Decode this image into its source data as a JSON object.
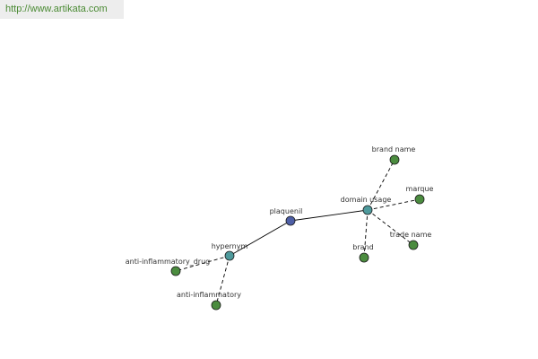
{
  "banner": {
    "url": "http://www.artikata.com"
  },
  "colors": {
    "root": "#4e5fa6",
    "relation": "#4e9a9c",
    "leaf": "#4b8c3f",
    "edge": "#000000"
  },
  "graph": {
    "nodes": [
      {
        "id": "plaquenil",
        "label": "plaquenil",
        "kind": "root"
      },
      {
        "id": "domain-usage",
        "label": "domain usage",
        "kind": "relation"
      },
      {
        "id": "hypernym",
        "label": "hypernym",
        "kind": "relation"
      },
      {
        "id": "brand-name",
        "label": "brand name",
        "kind": "leaf"
      },
      {
        "id": "marque",
        "label": "marque",
        "kind": "leaf"
      },
      {
        "id": "trade-name",
        "label": "trade name",
        "kind": "leaf"
      },
      {
        "id": "brand",
        "label": "brand",
        "kind": "leaf"
      },
      {
        "id": "anti-inflammatory-drug",
        "label": "anti-inflammatory_drug",
        "kind": "leaf"
      },
      {
        "id": "anti-inflammatory",
        "label": "anti-inflammatory",
        "kind": "leaf"
      }
    ],
    "edges": [
      {
        "from": "plaquenil",
        "to": "domain-usage",
        "style": "solid"
      },
      {
        "from": "plaquenil",
        "to": "hypernym",
        "style": "solid"
      },
      {
        "from": "domain-usage",
        "to": "brand-name",
        "style": "dashed"
      },
      {
        "from": "domain-usage",
        "to": "marque",
        "style": "dashed"
      },
      {
        "from": "domain-usage",
        "to": "trade-name",
        "style": "dashed"
      },
      {
        "from": "domain-usage",
        "to": "brand",
        "style": "dashed"
      },
      {
        "from": "hypernym",
        "to": "anti-inflammatory-drug",
        "style": "dashed"
      },
      {
        "from": "hypernym",
        "to": "anti-inflammatory",
        "style": "dashed"
      }
    ]
  }
}
